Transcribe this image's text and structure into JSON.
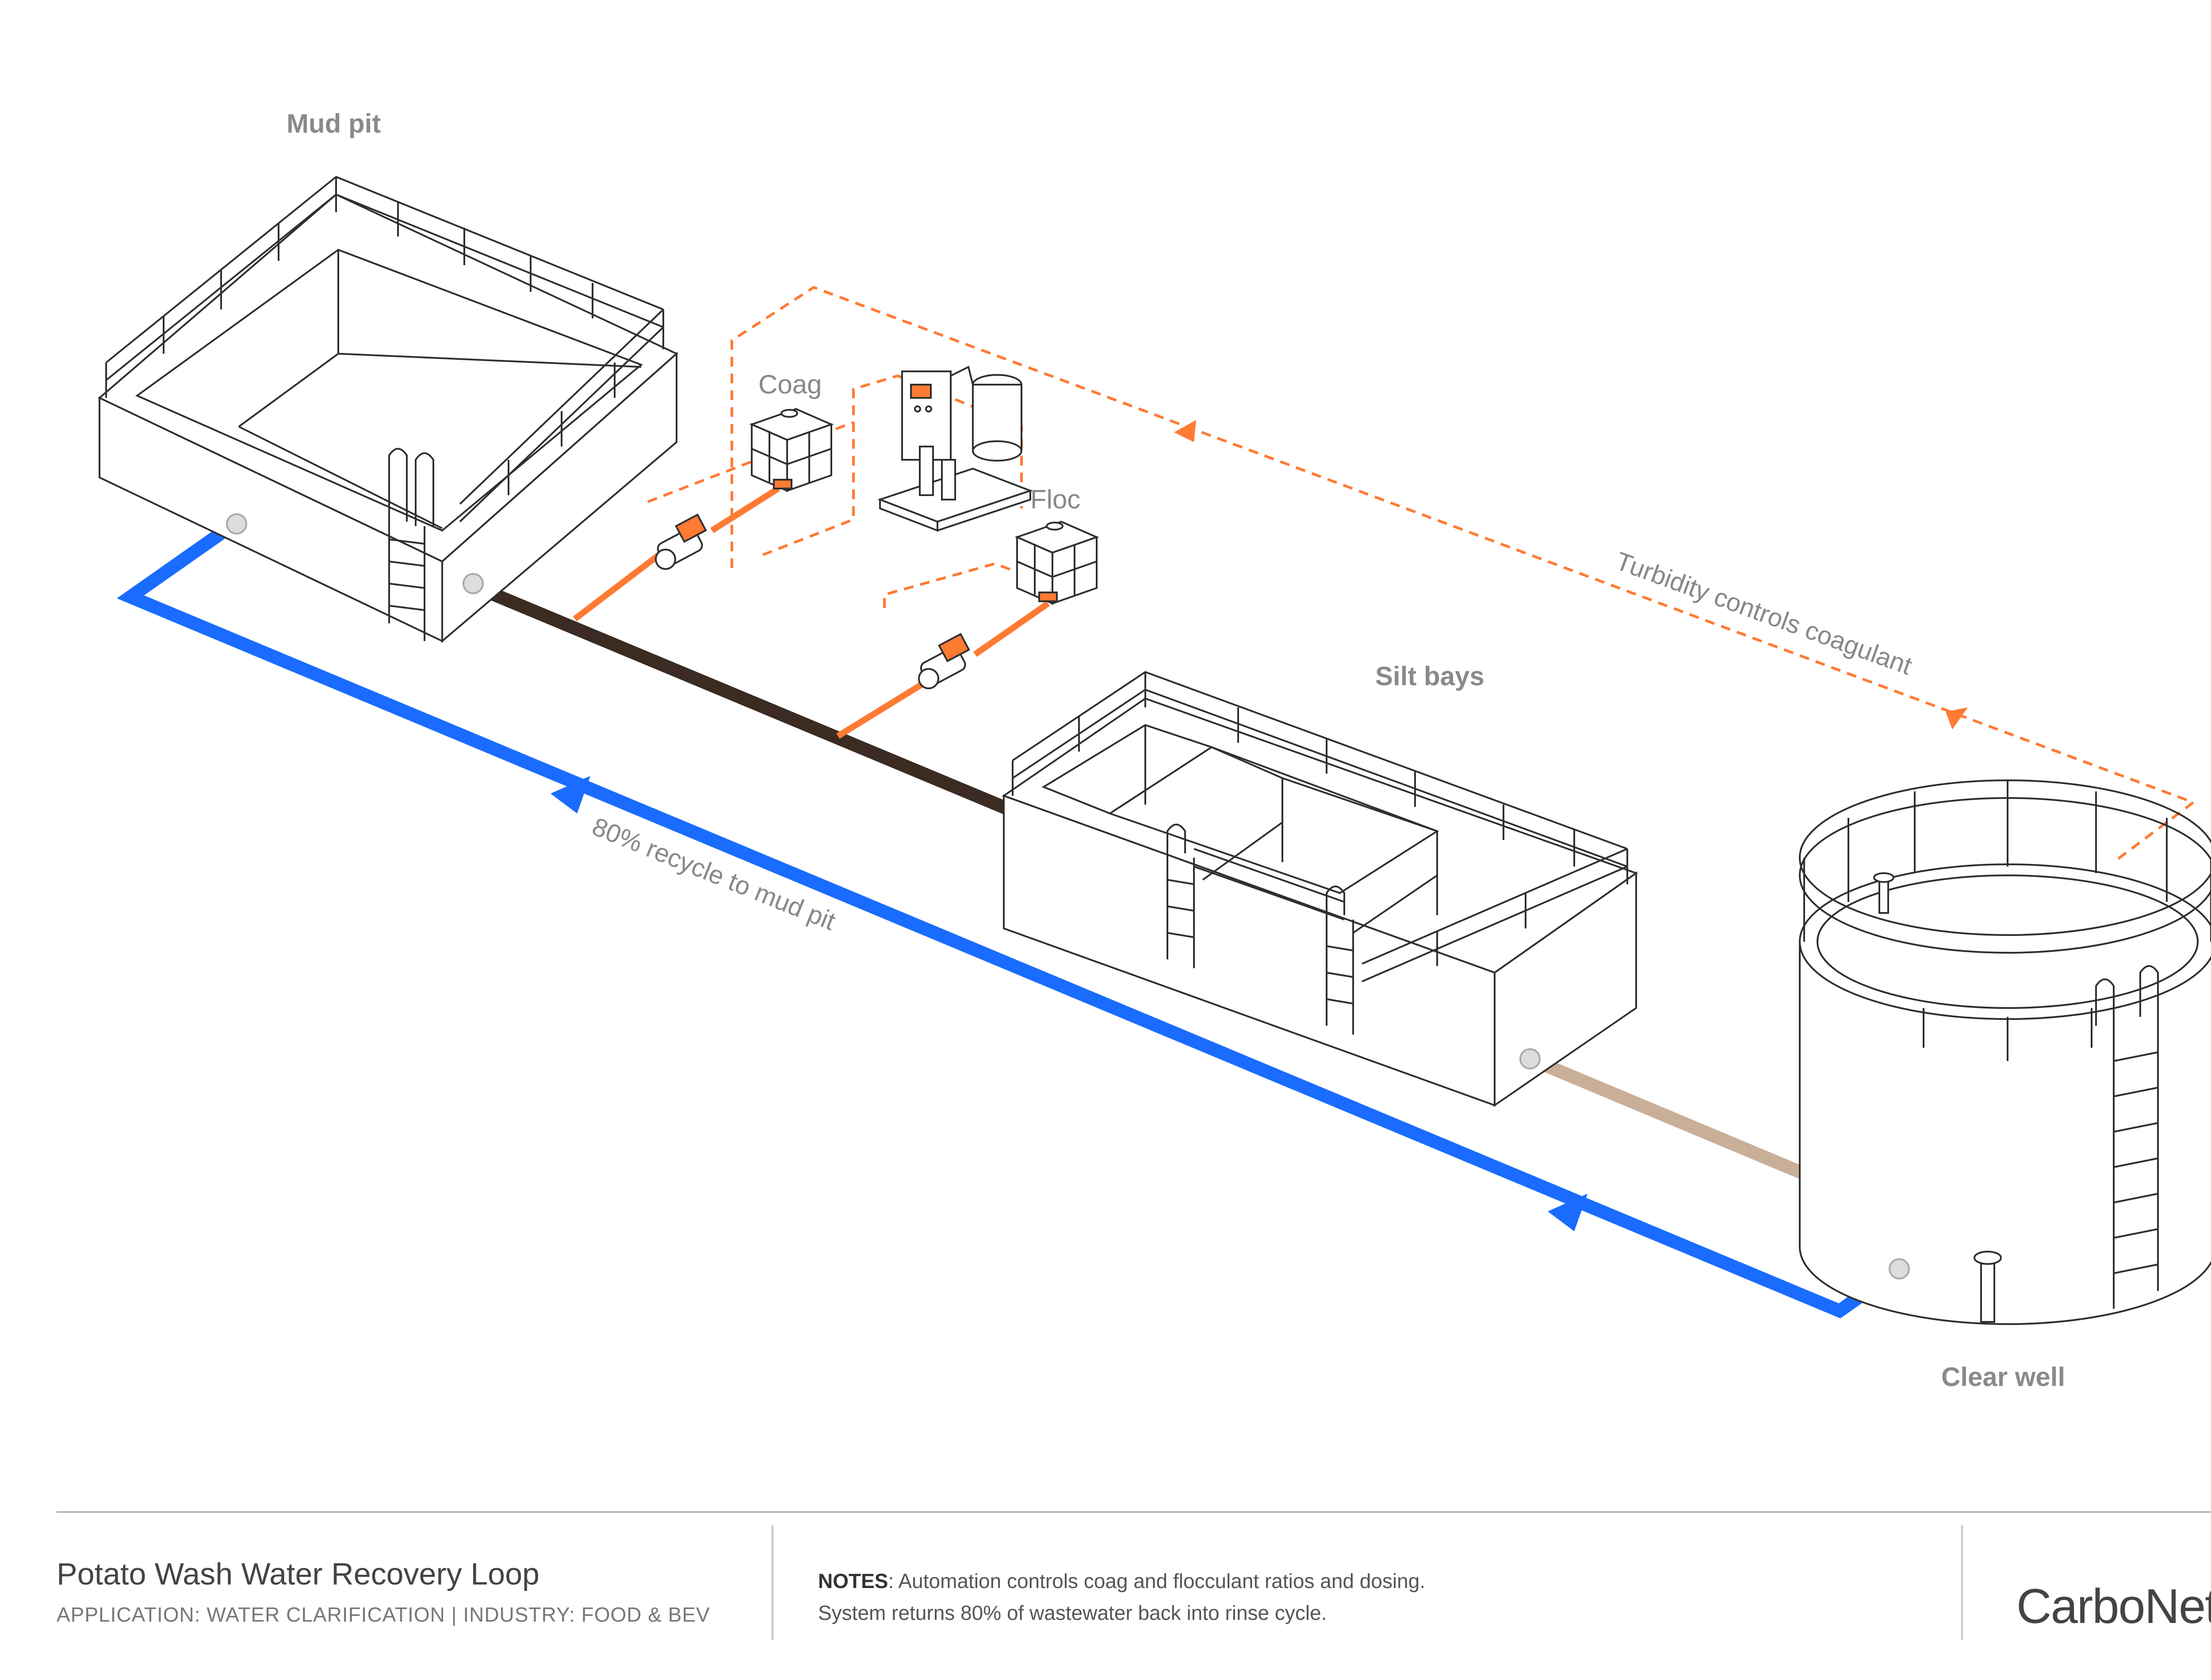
{
  "labels": {
    "mud_pit": "Mud pit",
    "silt_bays": "Silt bays",
    "clear_well": "Clear well",
    "coag": "Coag",
    "floc": "Floc",
    "turbidity": "Turbidity controls coagulant",
    "recycle": "80% recycle to mud pit"
  },
  "title_block": {
    "title": "Potato Wash Water Recovery Loop",
    "subtitle": "APPLICATION: WATER CLARIFICATION | INDUSTRY: FOOD & BEV",
    "notes_label": "NOTES",
    "notes_line1": ": Automation controls coag and flocculant ratios and dosing.",
    "notes_line2": "System returns 80% of wastewater back into rinse cycle.",
    "brand": "CarboNet"
  },
  "colors": {
    "recycle_pipe": "#1a6cff",
    "dirty_pipe": "#3b2b22",
    "clear_pipe": "#c9ae98",
    "chemical": "#ff7a33",
    "control_dash": "#ff7a33",
    "outline": "#2f2f2f"
  },
  "icons": [
    "ibc-tote-icon",
    "control-panel-skid-icon",
    "pump-icon",
    "ladder-icon",
    "railing-icon"
  ]
}
